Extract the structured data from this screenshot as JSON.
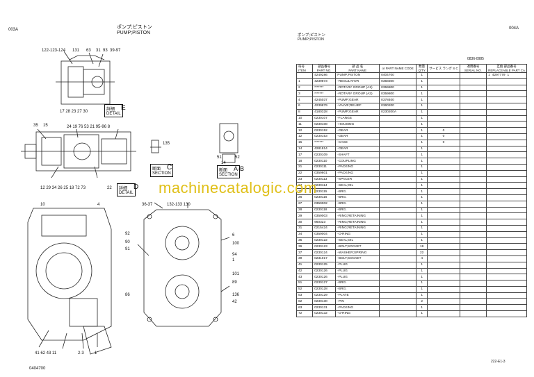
{
  "left_page": {
    "page_id": "003A",
    "title_jp": "ポンプ;ピストン",
    "title_en": "PUMP;PISTON",
    "footer_code": "0404700",
    "callouts": {
      "top_row": "122-123-124",
      "c131": "131",
      "c63": "63",
      "c31": "31",
      "c93": "93",
      "c39_97": "39-97",
      "row2": "17 28 23 27 30",
      "detail_e_jp": "詳細",
      "detail_e_en": "DETAIL",
      "detail_e_letter": "E",
      "c35": "35",
      "c15": "15",
      "mid_row": "24 19 76 53 21 95-96 8",
      "c135": "135",
      "c51": "51",
      "c14": "14",
      "c52": "52",
      "section_c_jp": "断面",
      "section_c_en": "SECTION",
      "section_c_letter": "C",
      "section_ab_jp": "断面",
      "section_ab_en": "SECTION",
      "section_ab_letter": "A-B",
      "row3": "12 29 34 26 25 18 72 73",
      "c22": "22",
      "detail_d_jp": "詳細",
      "detail_d_en": "DETAIL",
      "detail_d_letter": "D",
      "c10": "10",
      "c4": "4",
      "c36_37": "36-37",
      "c132": "132-133 130",
      "c92": "92",
      "c90": "90",
      "c91": "91",
      "c6": "6",
      "c100": "100",
      "c94": "94",
      "c1": "1",
      "c101": "101",
      "c89": "89",
      "c136": "136",
      "c42": "42",
      "c86": "86",
      "bottom_row": "41 62 43 11",
      "c2_3": "2-3",
      "c1b": "1"
    }
  },
  "right_page": {
    "page_id": "004A",
    "title_jp": "ポンプ;ピストン",
    "title_en": "PUMP;PISTON",
    "serial_range": "0836-0985",
    "footer_code": "222-E1-3",
    "headers": {
      "item_jp": "符号",
      "item_en": "ITEM",
      "pno_jp": "部品番号",
      "pno_en": "PART NO.",
      "name_jp": "部 品 名",
      "name_en": "PART NAME",
      "or": "or",
      "code_en": "PART NAME CODE",
      "qty_jp": "数量",
      "qty_en": "Q'TY",
      "svc": "サービス ラング S C",
      "serial_jp": "適用番号",
      "serial_en": "SERIAL NO.",
      "rep_jp": "互換 部品番号",
      "rep_en": "REPLACEABLE PART",
      "rep_ca": "CA"
    },
    "rows": [
      {
        "item": "",
        "pno": "4249286",
        "name": "PUMP;PISTON",
        "code": "0404700",
        "qty": "1",
        "svc": "",
        "serial": "",
        "rep": "1",
        "repno": "4297779",
        "rq": "1"
      },
      {
        "item": "1",
        "pno": "4239873",
        "name": "-REGULATOR",
        "code": "0358300",
        "qty": "1",
        "svc": "",
        "serial": "",
        "rep": "",
        "repno": "",
        "rq": ""
      },
      {
        "item": "2",
        "pno": "*******",
        "name": "-ROTARY GROUP (A1)",
        "code": "0359800",
        "qty": "1",
        "svc": "",
        "serial": "",
        "rep": "",
        "repno": "",
        "rq": ""
      },
      {
        "item": "3",
        "pno": "*******",
        "name": "-ROTARY GROUP (A2)",
        "code": "0359800",
        "qty": "1",
        "svc": "",
        "serial": "",
        "rep": "",
        "repno": "",
        "rq": ""
      },
      {
        "item": "4",
        "pno": "4245037",
        "name": "-PUMP;GEAR",
        "code": "0378400",
        "qty": "1",
        "svc": "",
        "serial": "",
        "rep": "",
        "repno": "",
        "rq": ""
      },
      {
        "item": "6",
        "pno": "4239879",
        "name": "-VALVE;RELIEF",
        "code": "0360200",
        "qty": "1",
        "svc": "",
        "serial": "",
        "rep": "",
        "repno": "",
        "rq": ""
      },
      {
        "item": "8",
        "pno": "4180328",
        "name": "-PUMP;GEAR",
        "code": "0230200A",
        "qty": "1",
        "svc": "",
        "serial": "",
        "rep": "",
        "repno": "",
        "rq": ""
      },
      {
        "item": "10",
        "pno": "0230107",
        "name": "-FLANGE",
        "code": "",
        "qty": "1",
        "svc": "",
        "serial": "",
        "rep": "",
        "repno": "",
        "rq": ""
      },
      {
        "item": "11",
        "pno": "0230108",
        "name": "-HOUSING",
        "code": "",
        "qty": "1",
        "svc": "",
        "serial": "",
        "rep": "",
        "repno": "",
        "rq": ""
      },
      {
        "item": "12",
        "pno": "0230152",
        "name": "-GEAR",
        "code": "",
        "qty": "1",
        "svc": "0",
        "serial": "",
        "rep": "",
        "repno": "",
        "rq": ""
      },
      {
        "item": "12",
        "pno": "0230153",
        "name": "-GEAR",
        "code": "",
        "qty": "1",
        "svc": "0",
        "serial": "",
        "rep": "",
        "repno": "",
        "rq": ""
      },
      {
        "item": "15",
        "pno": "*******",
        "name": "-CASE",
        "code": "",
        "qty": "1",
        "svc": "0",
        "serial": "",
        "rep": "",
        "repno": "",
        "rq": ""
      },
      {
        "item": "14",
        "pno": "4281814",
        "name": "-GEAR",
        "code": "",
        "qty": "1",
        "svc": "",
        "serial": "",
        "rep": "",
        "repno": "",
        "rq": ""
      },
      {
        "item": "17",
        "pno": "0230109",
        "name": "-SHAFT",
        "code": "",
        "qty": "1",
        "svc": "",
        "serial": "",
        "rep": "",
        "repno": "",
        "rq": ""
      },
      {
        "item": "18",
        "pno": "0230110",
        "name": "-COUPLING",
        "code": "",
        "qty": "1",
        "svc": "",
        "serial": "",
        "rep": "",
        "repno": "",
        "rq": ""
      },
      {
        "item": "21",
        "pno": "0230111",
        "name": "-PACKING",
        "code": "",
        "qty": "1",
        "svc": "",
        "serial": "",
        "rep": "",
        "repno": "",
        "rq": ""
      },
      {
        "item": "22",
        "pno": "0359801",
        "name": "-PACKING",
        "code": "",
        "qty": "1",
        "svc": "",
        "serial": "",
        "rep": "",
        "repno": "",
        "rq": ""
      },
      {
        "item": "23",
        "pno": "0230113",
        "name": "-SPACER",
        "code": "",
        "qty": "1",
        "svc": "",
        "serial": "",
        "rep": "",
        "repno": "",
        "rq": ""
      },
      {
        "item": "24",
        "pno": "0230114",
        "name": "-SEAL;OIL",
        "code": "",
        "qty": "1",
        "svc": "",
        "serial": "",
        "rep": "",
        "repno": "",
        "rq": ""
      },
      {
        "item": "25",
        "pno": "0230115",
        "name": "-BRG.",
        "code": "",
        "qty": "1",
        "svc": "",
        "serial": "",
        "rep": "",
        "repno": "",
        "rq": ""
      },
      {
        "item": "26",
        "pno": "0230116",
        "name": "-BRG.",
        "code": "",
        "qty": "1",
        "svc": "",
        "serial": "",
        "rep": "",
        "repno": "",
        "rq": ""
      },
      {
        "item": "27",
        "pno": "0359002",
        "name": "-BRG.",
        "code": "",
        "qty": "1",
        "svc": "",
        "serial": "",
        "rep": "",
        "repno": "",
        "rq": ""
      },
      {
        "item": "28",
        "pno": "0230118",
        "name": "-BRG.",
        "code": "",
        "qty": "1",
        "svc": "",
        "serial": "",
        "rep": "",
        "repno": "",
        "rq": ""
      },
      {
        "item": "29",
        "pno": "0359003",
        "name": "-RING;RETAINING",
        "code": "",
        "qty": "1",
        "svc": "",
        "serial": "",
        "rep": "",
        "repno": "",
        "rq": ""
      },
      {
        "item": "30",
        "pno": "960323",
        "name": "-RING;RETAINING",
        "code": "",
        "qty": "1",
        "svc": "",
        "serial": "",
        "rep": "",
        "repno": "",
        "rq": ""
      },
      {
        "item": "31",
        "pno": "0215424",
        "name": "-RING;RETAINING",
        "code": "",
        "qty": "1",
        "svc": "",
        "serial": "",
        "rep": "",
        "repno": "",
        "rq": ""
      },
      {
        "item": "34",
        "pno": "0359004",
        "name": "-O-RING",
        "code": "",
        "qty": "1",
        "svc": "",
        "serial": "",
        "rep": "",
        "repno": "",
        "rq": ""
      },
      {
        "item": "35",
        "pno": "0230122",
        "name": "-SEAL;OIL",
        "code": "",
        "qty": "1",
        "svc": "",
        "serial": "",
        "rep": "",
        "repno": "",
        "rq": ""
      },
      {
        "item": "36",
        "pno": "0230123",
        "name": "-BOLT;SOCKET",
        "code": "",
        "qty": "19",
        "svc": "",
        "serial": "",
        "rep": "",
        "repno": "",
        "rq": ""
      },
      {
        "item": "37",
        "pno": "0230124",
        "name": "-WASHER;SPRING",
        "code": "",
        "qty": "22",
        "svc": "",
        "serial": "",
        "rep": "",
        "repno": "",
        "rq": ""
      },
      {
        "item": "39",
        "pno": "0231017",
        "name": "-BOLT;SOCKET",
        "code": "",
        "qty": "4",
        "svc": "",
        "serial": "",
        "rep": "",
        "repno": "",
        "rq": ""
      },
      {
        "item": "41",
        "pno": "0230125",
        "name": "-PLUG",
        "code": "",
        "qty": "1",
        "svc": "",
        "serial": "",
        "rep": "",
        "repno": "",
        "rq": ""
      },
      {
        "item": "42",
        "pno": "0230126",
        "name": "-PLUG",
        "code": "",
        "qty": "1",
        "svc": "",
        "serial": "",
        "rep": "",
        "repno": "",
        "rq": ""
      },
      {
        "item": "43",
        "pno": "0230126",
        "name": "-PLUG",
        "code": "",
        "qty": "1",
        "svc": "",
        "serial": "",
        "rep": "",
        "repno": "",
        "rq": ""
      },
      {
        "item": "51",
        "pno": "0230127",
        "name": "-BRG.",
        "code": "",
        "qty": "1",
        "svc": "",
        "serial": "",
        "rep": "",
        "repno": "",
        "rq": ""
      },
      {
        "item": "52",
        "pno": "0230128",
        "name": "-BRG.",
        "code": "",
        "qty": "1",
        "svc": "",
        "serial": "",
        "rep": "",
        "repno": "",
        "rq": ""
      },
      {
        "item": "53",
        "pno": "0230129",
        "name": "-PLATE",
        "code": "",
        "qty": "1",
        "svc": "",
        "serial": "",
        "rep": "",
        "repno": "",
        "rq": ""
      },
      {
        "item": "62",
        "pno": "0230130",
        "name": "-PIN",
        "code": "",
        "qty": "2",
        "svc": "",
        "serial": "",
        "rep": "",
        "repno": "",
        "rq": ""
      },
      {
        "item": "63",
        "pno": "0230131",
        "name": "-PACKING",
        "code": "",
        "qty": "1",
        "svc": "",
        "serial": "",
        "rep": "",
        "repno": "",
        "rq": ""
      },
      {
        "item": "72",
        "pno": "0230132",
        "name": "-O-RING",
        "code": "",
        "qty": "1",
        "svc": "",
        "serial": "",
        "rep": "",
        "repno": "",
        "rq": ""
      }
    ]
  },
  "watermark": "machinecatalogic.com"
}
